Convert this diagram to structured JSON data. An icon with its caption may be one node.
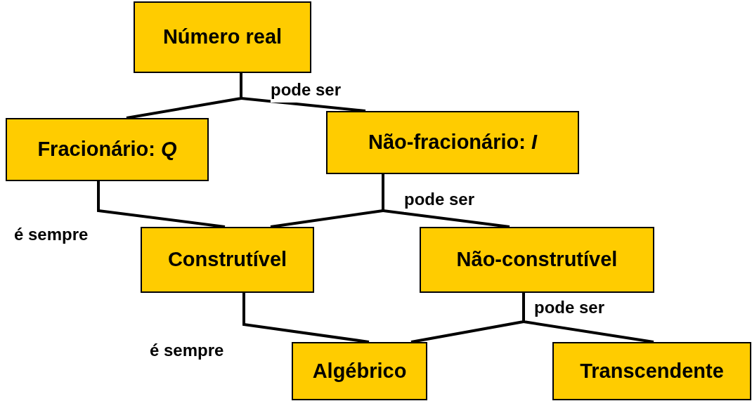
{
  "diagram": {
    "nodes": [
      {
        "text": [
          "Número real"
        ]
      },
      {
        "text": [
          "Fracionário: *Q*"
        ]
      },
      {
        "text": [
          "Não-fracionário: *I*"
        ]
      },
      {
        "text": [
          "Construtível"
        ]
      },
      {
        "text": [
          "Não-construtível"
        ]
      },
      {
        "text": [
          "Algébrico"
        ]
      },
      {
        "text": [
          "Transcendente"
        ]
      }
    ],
    "edges": [
      {
        "from": 0,
        "to": 1,
        "arrow": "none"
      },
      {
        "from": 0,
        "to": 2,
        "arrow": "none",
        "label": "pode ser"
      },
      {
        "from": 1,
        "to": 3,
        "arrow": "none",
        "label": "é sempre"
      },
      {
        "from": 2,
        "to": 3,
        "arrow": "none"
      },
      {
        "from": 2,
        "to": 4,
        "arrow": "none",
        "label": "pode ser"
      },
      {
        "from": 3,
        "to": 5,
        "arrow": "none",
        "label": "é sempre"
      },
      {
        "from": 4,
        "to": 5,
        "arrow": "none"
      },
      {
        "from": 4,
        "to": 6,
        "arrow": "none",
        "label": "pode ser"
      }
    ]
  }
}
